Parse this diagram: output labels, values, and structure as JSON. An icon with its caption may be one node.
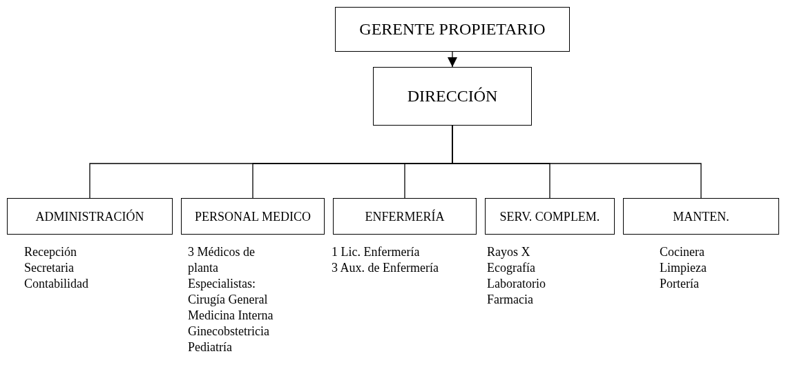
{
  "diagram": {
    "nodes": [
      {
        "text": [
          "GERENTE PROPIETARIO"
        ]
      },
      {
        "text": [
          "DIRECCIÓN"
        ]
      },
      {
        "text": [
          "ADMINISTRACIÓN"
        ],
        "beside": [
          "Recepción",
          "Secretaria",
          "Contabilidad"
        ]
      },
      {
        "text": [
          "PERSONAL MEDICO"
        ],
        "beside": [
          "3 Médicos de planta",
          "Especialistas:",
          "Cirugía General",
          "Medicina Interna",
          "Ginecobstetricia",
          "Pediatría"
        ]
      },
      {
        "text": [
          "ENFERMERÍA"
        ],
        "beside": [
          "1 Lic. Enfermería",
          "3 Aux. de Enfermería"
        ]
      },
      {
        "text": [
          "SERV. COMPLEM."
        ],
        "beside": [
          "Rayos X",
          "Ecografía",
          "Laboratorio",
          "Farmacia"
        ]
      },
      {
        "text": [
          "MANTEN."
        ],
        "beside": [
          "Cocinera",
          "Limpieza",
          "Portería"
        ]
      }
    ],
    "edges": [
      {
        "from": 0,
        "to": 1,
        "arrow": "to"
      },
      {
        "from": 1,
        "to": 2,
        "arrow": "none"
      },
      {
        "from": 1,
        "to": 3,
        "arrow": "none"
      },
      {
        "from": 1,
        "to": 4,
        "arrow": "none"
      },
      {
        "from": 1,
        "to": 5,
        "arrow": "none"
      },
      {
        "from": 1,
        "to": 6,
        "arrow": "none"
      }
    ]
  }
}
